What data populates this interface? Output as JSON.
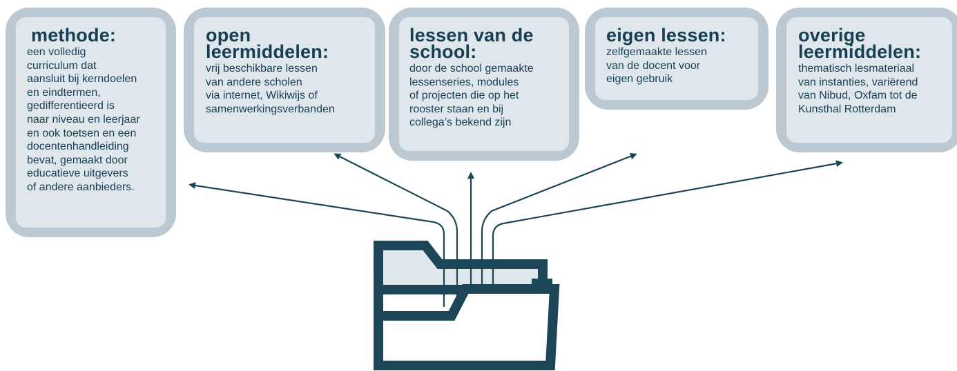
{
  "colors": {
    "card_outer": "#bcc9d3",
    "card_inner": "#dfe6ec",
    "text": "#173f52",
    "folder": "#1c4658",
    "folder_back": "#dfe6ec",
    "connector": "#1c4658"
  },
  "cards": [
    {
      "id": "methode",
      "title": "methode:",
      "description": "een volledig\ncurriculum dat\naansluit bij kerndoelen\nen eindtermen,\ngedifferentieerd is\nnaar niveau en leerjaar\nen ook toetsen en een\ndocentenhandleiding\nbevat, gemaakt door\neducatieve uitgevers\nof andere aanbieders."
    },
    {
      "id": "open-leermiddelen",
      "title": "open\nleermiddelen:",
      "description": "vrij beschikbare lessen\nvan andere scholen\nvia internet, Wikiwijs of\nsamenwerkingsverbanden"
    },
    {
      "id": "lessen-van-de-school",
      "title": "lessen van de\nschool:",
      "description": "door de school gemaakte\nlessenseries, modules\nof projecten die op het\nrooster staan en bij\ncollega’s bekend zijn"
    },
    {
      "id": "eigen-lessen",
      "title": "eigen lessen:",
      "description": "zelfgemaakte lessen\nvan de docent voor\neigen gebruik"
    },
    {
      "id": "overige-leermiddelen",
      "title": "overige\nleermiddelen:",
      "description": "thematisch lesmateriaal\nvan instanties, variërend\nvan Nibud, Oxfam tot de\nKunsthal Rotterdam"
    }
  ],
  "icons": {
    "center": "folder-icon"
  }
}
